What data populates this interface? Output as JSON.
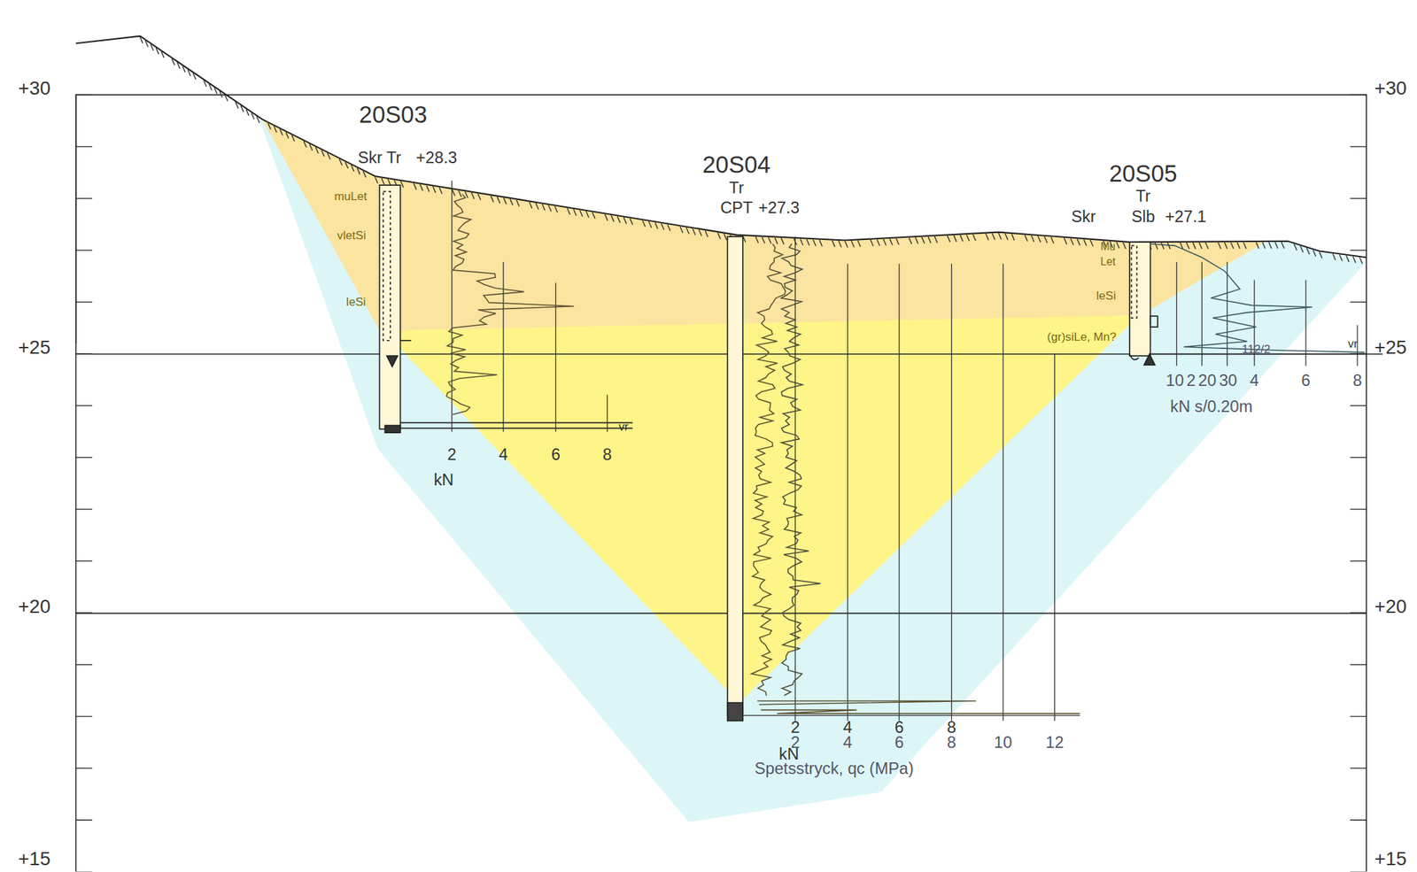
{
  "diagram": {
    "labels": [
      "+30",
      "+25",
      "+20",
      "+15",
      "+30",
      "+25",
      "+20",
      "+15",
      "20S03",
      "Skr Tr",
      "+28.3",
      "muLet",
      "vletSi",
      "leSi",
      "2",
      "4",
      "6",
      "8",
      "kN",
      "vr",
      "20S04",
      "Tr",
      "CPT",
      "+27.3",
      "2",
      "4",
      "6",
      "8",
      "2",
      "4",
      "6",
      "8",
      "10",
      "12",
      "kN",
      "Spetsstryck, qc (MPa)",
      "20S05",
      "Tr",
      "Skr",
      "Slb",
      "+27.1",
      "Mu",
      "Let",
      "leSi",
      "(gr)siLe, Mn?",
      "112/2",
      "10",
      "2",
      "20",
      "30",
      "4",
      "6",
      "8",
      "kN",
      "s/0.20m",
      "vr"
    ]
  }
}
